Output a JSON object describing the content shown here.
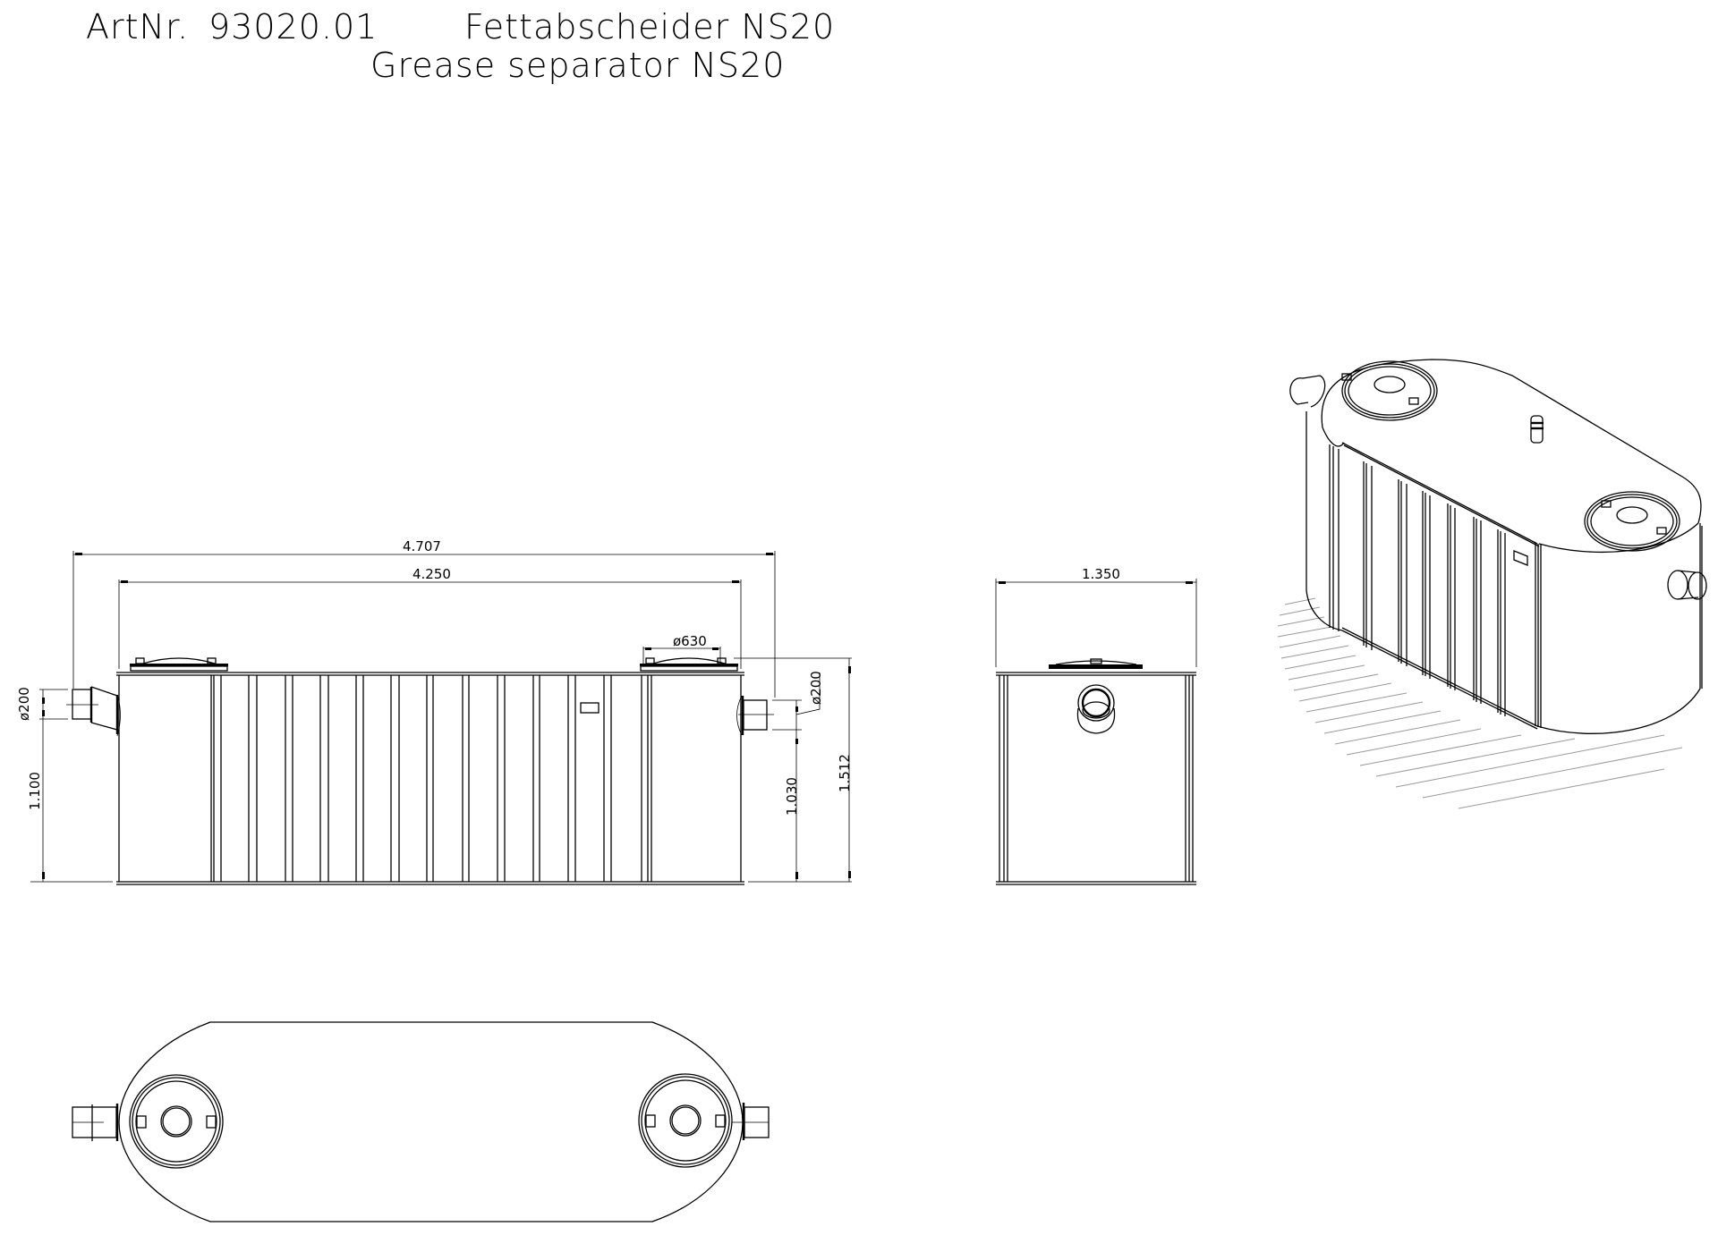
{
  "title": {
    "art_label": "ArtNr.",
    "art_number": "93020.01",
    "name_de": "Fettabscheider NS20",
    "name_en": "Grease separator NS20"
  },
  "front_view": {
    "dim_overall_length": "4.707",
    "dim_body_length": "4.250",
    "dim_manhole_diameter": "ø630",
    "dim_inlet_diameter": "ø200",
    "dim_outlet_diameter": "ø200",
    "dim_inlet_height": "1.100",
    "dim_outlet_height": "1.030",
    "dim_total_height": "1.512"
  },
  "side_view": {
    "dim_width": "1.350"
  },
  "colors": {
    "line": "#000000",
    "background": "#ffffff",
    "ground_hatch": "#9a9a9a"
  }
}
